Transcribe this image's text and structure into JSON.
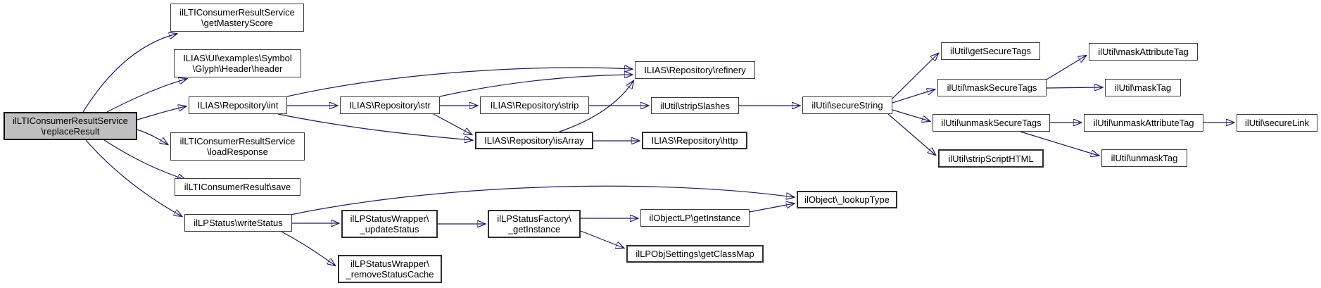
{
  "diagram": {
    "type": "call-graph",
    "root": "replaceResult",
    "colors": {
      "edge": "#191970",
      "node_border": "#3d3d3d",
      "node_fill": "#ffffff",
      "root_fill": "#bfbfbf",
      "text": "#000000"
    },
    "nodes": {
      "replaceResult": {
        "label": "ilLTIConsumerResultService\n\\replaceResult"
      },
      "getMasteryScore": {
        "label": "ilLTIConsumerResultService\n\\getMasteryScore"
      },
      "header": {
        "label": "ILIAS\\UI\\examples\\Symbol\n\\Glyph\\Header\\header"
      },
      "int": {
        "label": "ILIAS\\Repository\\int"
      },
      "loadResponse": {
        "label": "ilLTIConsumerResultService\n\\loadResponse"
      },
      "save": {
        "label": "ilLTIConsumerResult\\save"
      },
      "writeStatus": {
        "label": "ilLPStatus\\writeStatus"
      },
      "str": {
        "label": "ILIAS\\Repository\\str"
      },
      "strip": {
        "label": "ILIAS\\Repository\\strip"
      },
      "isArray": {
        "label": "ILIAS\\Repository\\isArray"
      },
      "refinery": {
        "label": "ILIAS\\Repository\\refinery"
      },
      "stripSlashes": {
        "label": "ilUtil\\stripSlashes"
      },
      "http": {
        "label": "ILIAS\\Repository\\http"
      },
      "secureString": {
        "label": "ilUtil\\secureString"
      },
      "getSecureTags": {
        "label": "ilUtil\\getSecureTags"
      },
      "maskSecureTags": {
        "label": "ilUtil\\maskSecureTags"
      },
      "unmaskSecureTags": {
        "label": "ilUtil\\unmaskSecureTags"
      },
      "stripScriptHTML": {
        "label": "ilUtil\\stripScriptHTML"
      },
      "maskAttributeTag": {
        "label": "ilUtil\\maskAttributeTag"
      },
      "maskTag": {
        "label": "ilUtil\\maskTag"
      },
      "unmaskAttributeTag": {
        "label": "ilUtil\\unmaskAttributeTag"
      },
      "unmaskTag": {
        "label": "ilUtil\\unmaskTag"
      },
      "secureLink": {
        "label": "ilUtil\\secureLink"
      },
      "updateStatus": {
        "label": "ilLPStatusWrapper\\\n_updateStatus"
      },
      "removeStatusCache": {
        "label": "ilLPStatusWrapper\\\n_removeStatusCache"
      },
      "factoryGetInstance": {
        "label": "ilLPStatusFactory\\\n_getInstance"
      },
      "objLPGetInstance": {
        "label": "ilObjectLP\\getInstance"
      },
      "getClassMap": {
        "label": "ilLPObjSettings\\getClassMap"
      },
      "lookupType": {
        "label": "ilObject\\_lookupType"
      }
    },
    "edges": [
      {
        "from": "replaceResult",
        "to": "getMasteryScore"
      },
      {
        "from": "replaceResult",
        "to": "header"
      },
      {
        "from": "replaceResult",
        "to": "int"
      },
      {
        "from": "replaceResult",
        "to": "loadResponse"
      },
      {
        "from": "replaceResult",
        "to": "save"
      },
      {
        "from": "replaceResult",
        "to": "writeStatus"
      },
      {
        "from": "int",
        "to": "str"
      },
      {
        "from": "int",
        "to": "refinery"
      },
      {
        "from": "int",
        "to": "isArray"
      },
      {
        "from": "str",
        "to": "strip"
      },
      {
        "from": "str",
        "to": "refinery"
      },
      {
        "from": "str",
        "to": "isArray"
      },
      {
        "from": "strip",
        "to": "stripSlashes"
      },
      {
        "from": "isArray",
        "to": "refinery"
      },
      {
        "from": "isArray",
        "to": "http"
      },
      {
        "from": "stripSlashes",
        "to": "secureString"
      },
      {
        "from": "secureString",
        "to": "getSecureTags"
      },
      {
        "from": "secureString",
        "to": "maskSecureTags"
      },
      {
        "from": "secureString",
        "to": "unmaskSecureTags"
      },
      {
        "from": "secureString",
        "to": "stripScriptHTML"
      },
      {
        "from": "maskSecureTags",
        "to": "maskAttributeTag"
      },
      {
        "from": "maskSecureTags",
        "to": "maskTag"
      },
      {
        "from": "unmaskSecureTags",
        "to": "unmaskAttributeTag"
      },
      {
        "from": "unmaskSecureTags",
        "to": "unmaskTag"
      },
      {
        "from": "unmaskAttributeTag",
        "to": "secureLink"
      },
      {
        "from": "writeStatus",
        "to": "updateStatus"
      },
      {
        "from": "writeStatus",
        "to": "removeStatusCache"
      },
      {
        "from": "writeStatus",
        "to": "lookupType"
      },
      {
        "from": "updateStatus",
        "to": "factoryGetInstance"
      },
      {
        "from": "factoryGetInstance",
        "to": "objLPGetInstance"
      },
      {
        "from": "factoryGetInstance",
        "to": "getClassMap"
      },
      {
        "from": "objLPGetInstance",
        "to": "lookupType"
      }
    ]
  }
}
